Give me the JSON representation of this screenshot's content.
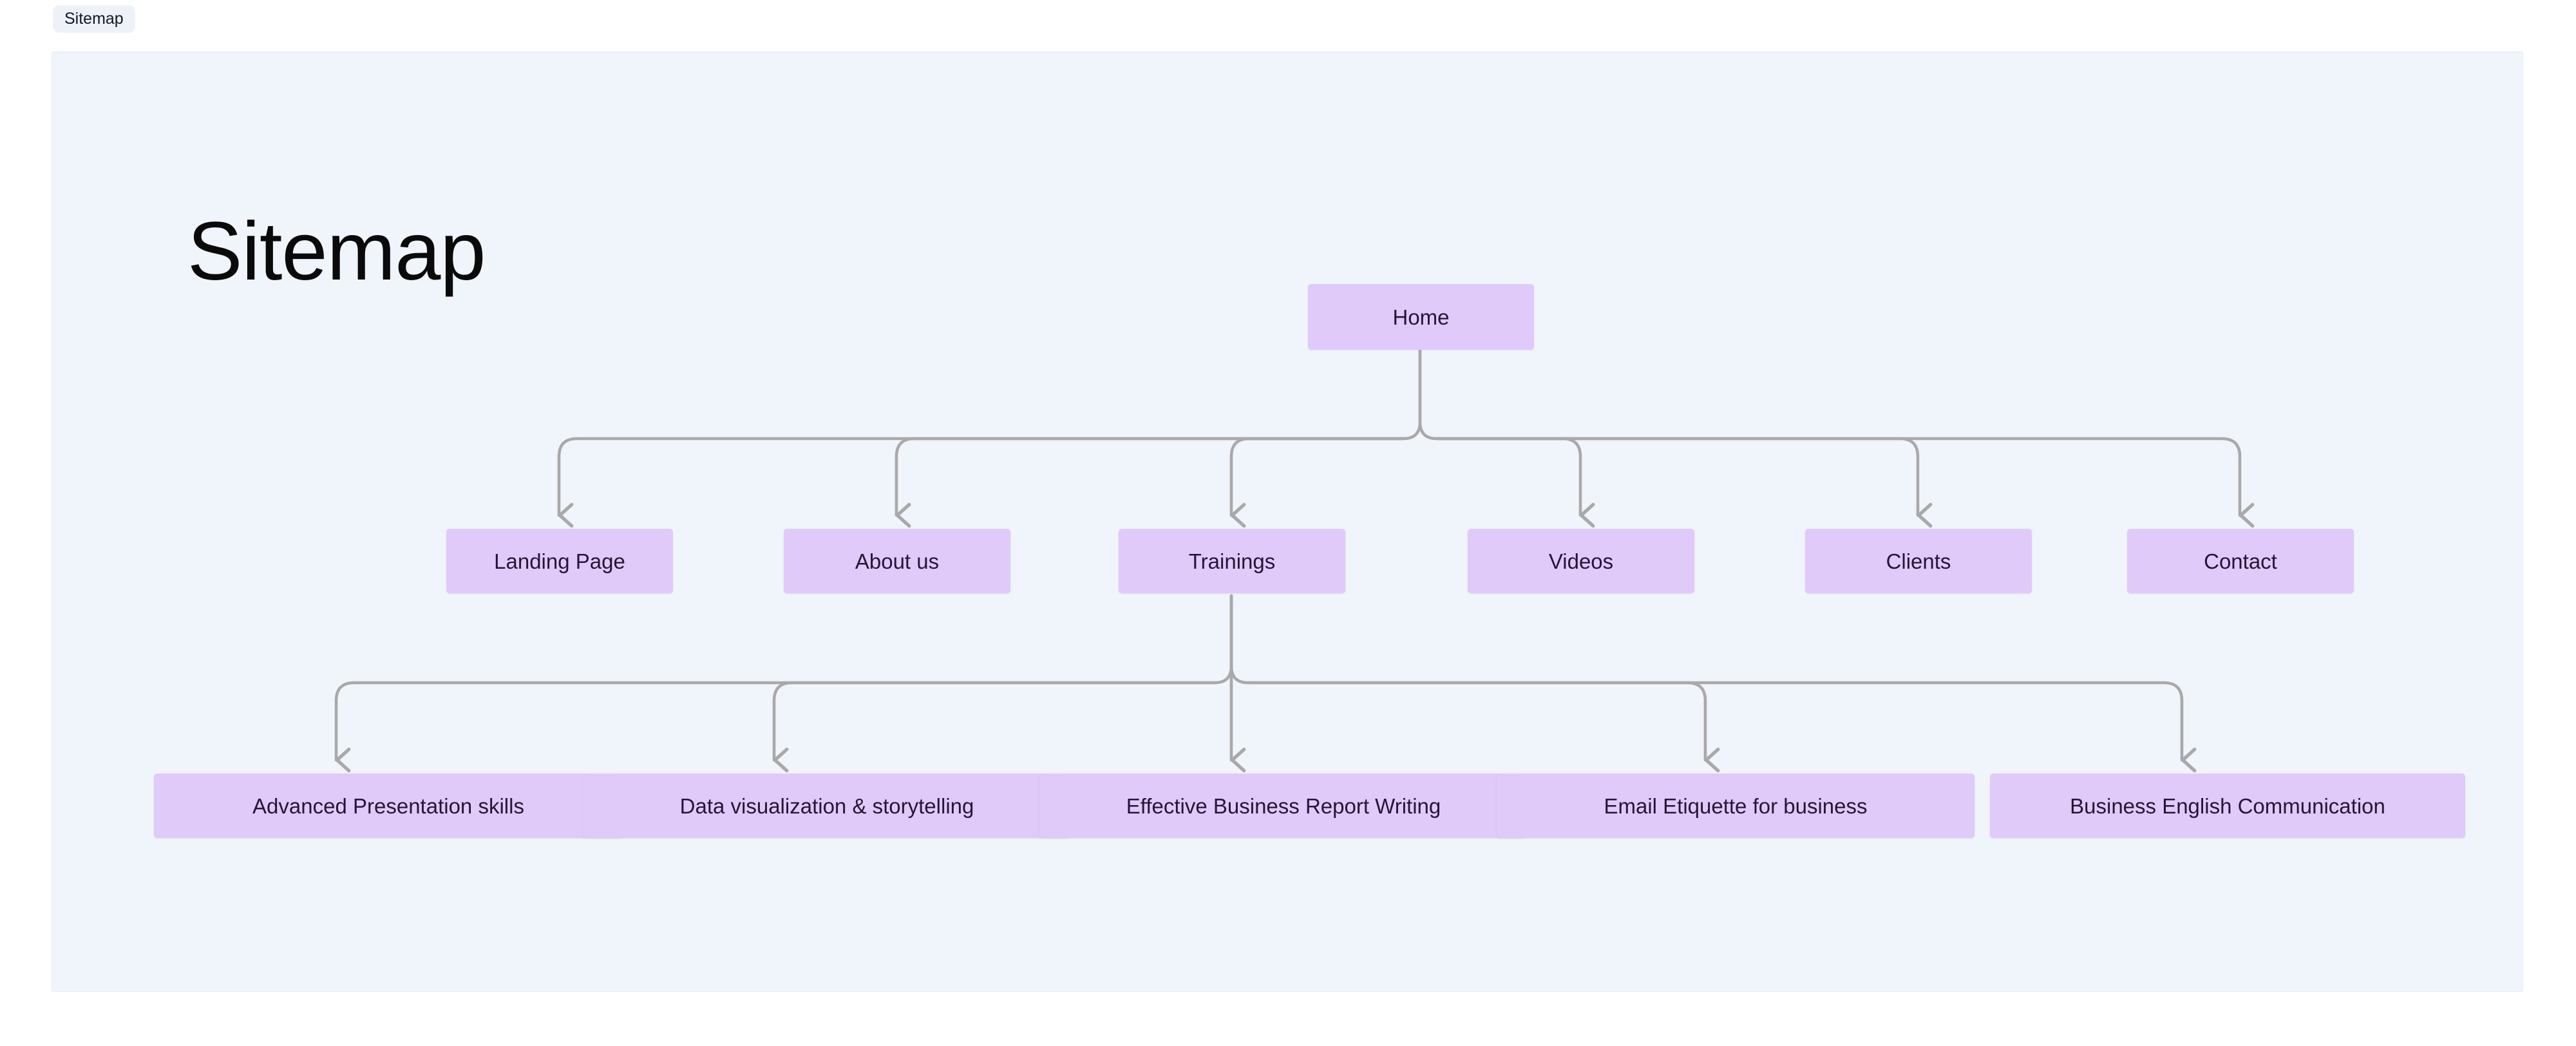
{
  "window": {
    "tab_label": "Sitemap"
  },
  "page": {
    "title": "Sitemap",
    "canvas_bg": "#f0f4fb",
    "node_fill": "#e0caf9",
    "node_text_color": "#281536",
    "edge_color": "#a9a9a9"
  },
  "diagram": {
    "type": "sitemap-tree",
    "root": {
      "label": "Home"
    },
    "level2": [
      {
        "label": "Landing Page"
      },
      {
        "label": "About us"
      },
      {
        "label": "Trainings"
      },
      {
        "label": "Videos"
      },
      {
        "label": "Clients"
      },
      {
        "label": "Contact"
      }
    ],
    "level3_parent": "Trainings",
    "level3": [
      {
        "label": "Advanced Presentation skills"
      },
      {
        "label": "Data visualization & storytelling"
      },
      {
        "label": "Effective Business Report Writing"
      },
      {
        "label": "Email Etiquette for business"
      },
      {
        "label": "Business English Communication"
      }
    ]
  }
}
